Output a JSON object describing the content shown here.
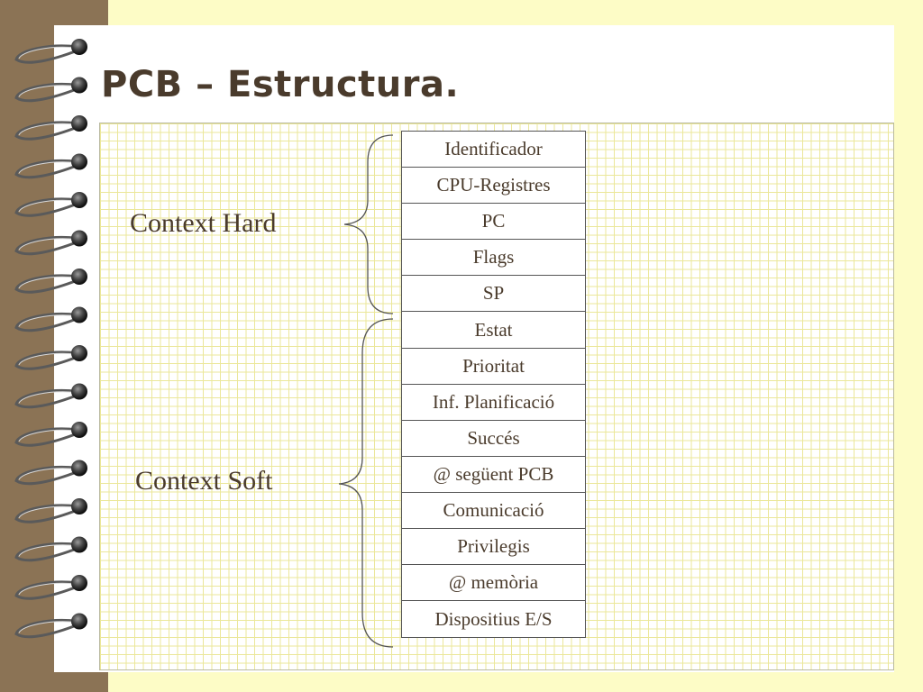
{
  "slide": {
    "title": "PCB – Estructura.",
    "context_hard_label": "Context Hard",
    "context_soft_label": "Context Soft"
  },
  "pcb_fields": [
    "Identificador",
    "CPU-Registres",
    "PC",
    "Flags",
    "SP",
    "Estat",
    "Prioritat",
    "Inf. Planificació",
    "Succés",
    "@ següent PCB",
    "Comunicació",
    "Privilegis",
    "@ memòria",
    "Dispositius E/S"
  ],
  "groups": {
    "context_hard": {
      "field_count": 5
    },
    "context_soft": {
      "field_count": 9
    }
  },
  "colors": {
    "background": "#fdfcc6",
    "binding": "#8b7355",
    "grid_line": "#ebe79a",
    "text": "#4a3b2c"
  }
}
